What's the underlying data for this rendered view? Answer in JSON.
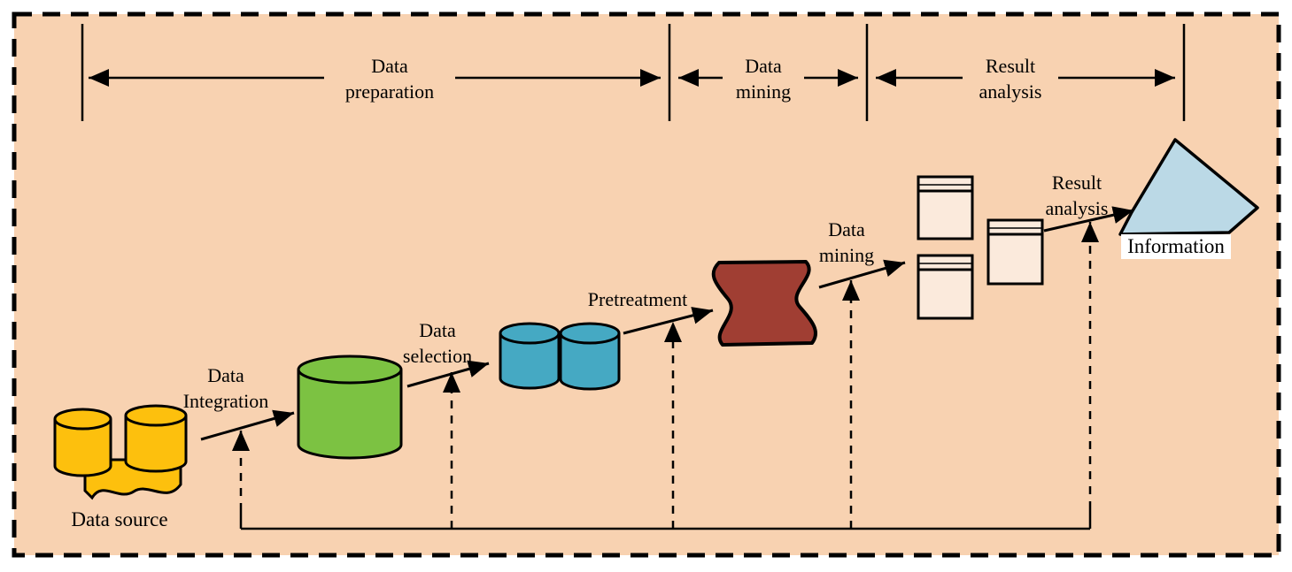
{
  "diagram": {
    "type": "data-mining-process-flow",
    "phases": [
      {
        "label": "Data preparation"
      },
      {
        "label": "Data mining"
      },
      {
        "label": "Result analysis"
      }
    ],
    "transitions": [
      {
        "label": "Data Integration"
      },
      {
        "label": "Data selection"
      },
      {
        "label": "Pretreatment"
      },
      {
        "label": "Data mining"
      },
      {
        "label": "Result analysis"
      }
    ],
    "nodes": {
      "data_source": {
        "label": "Data source"
      },
      "information": {
        "label": "Information"
      }
    },
    "colors": {
      "background": "#F8D2B1",
      "stroke": "#000000",
      "data_source": "#FDC00D",
      "integrated_data": "#7CC242",
      "selected_data": "#45A9C3",
      "pretreated_data": "#A03E33",
      "result_windows": "#FBEADC",
      "information": "#BBD9E6",
      "label_background": "#FFFFFF"
    }
  }
}
